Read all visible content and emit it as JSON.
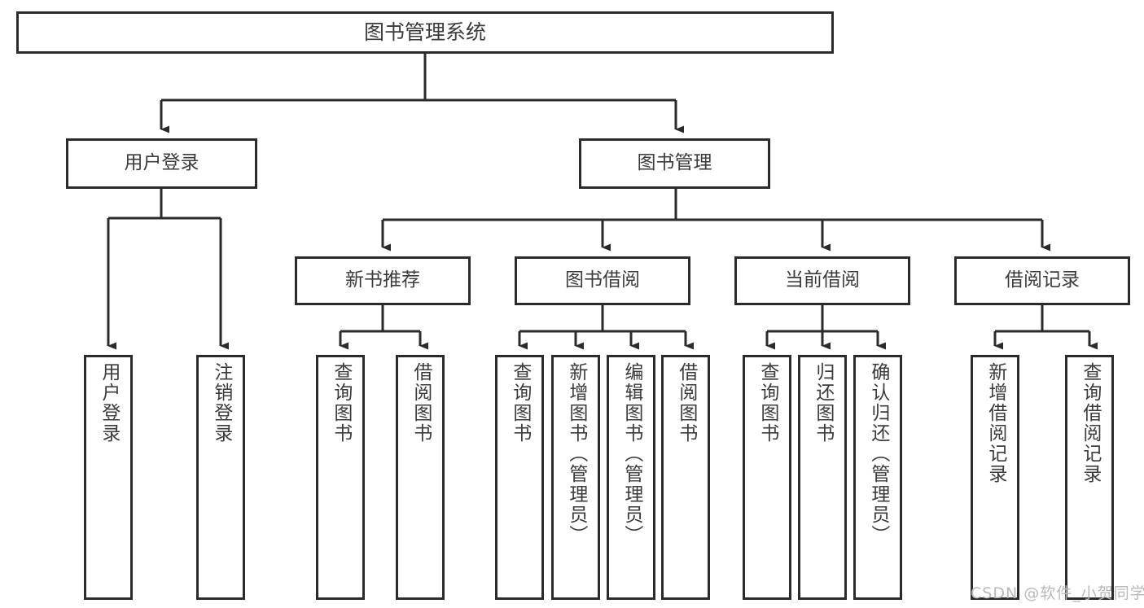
{
  "diagram": {
    "title": "图书管理系统",
    "type": "hierarchy-tree",
    "root": {
      "label": "图书管理系统"
    },
    "level2": [
      {
        "label": "用户登录"
      },
      {
        "label": "图书管理"
      }
    ],
    "level3": [
      {
        "label": "新书推荐"
      },
      {
        "label": "图书借阅"
      },
      {
        "label": "当前借阅"
      },
      {
        "label": "借阅记录"
      }
    ],
    "leaves": {
      "user_login": [
        {
          "label": "用户登录"
        },
        {
          "label": "注销登录"
        }
      ],
      "new_book_recommend": [
        {
          "label": "查询图书"
        },
        {
          "label": "借阅图书"
        }
      ],
      "book_borrow": [
        {
          "label": "查询图书"
        },
        {
          "label": "新增图书（管理员）"
        },
        {
          "label": "编辑图书（管理员）"
        },
        {
          "label": "借阅图书"
        }
      ],
      "current_borrow": [
        {
          "label": "查询图书"
        },
        {
          "label": "归还图书"
        },
        {
          "label": "确认归还（管理员）"
        }
      ],
      "borrow_record": [
        {
          "label": "新增借阅记录"
        },
        {
          "label": "查询借阅记录"
        }
      ]
    }
  },
  "watermark": {
    "text": "CSDN @软件_小贺同学"
  },
  "colors": {
    "background": "#ffffff",
    "border": "#2b2b2b",
    "text": "#3b3b3b",
    "watermark": "#b9b9b9"
  }
}
